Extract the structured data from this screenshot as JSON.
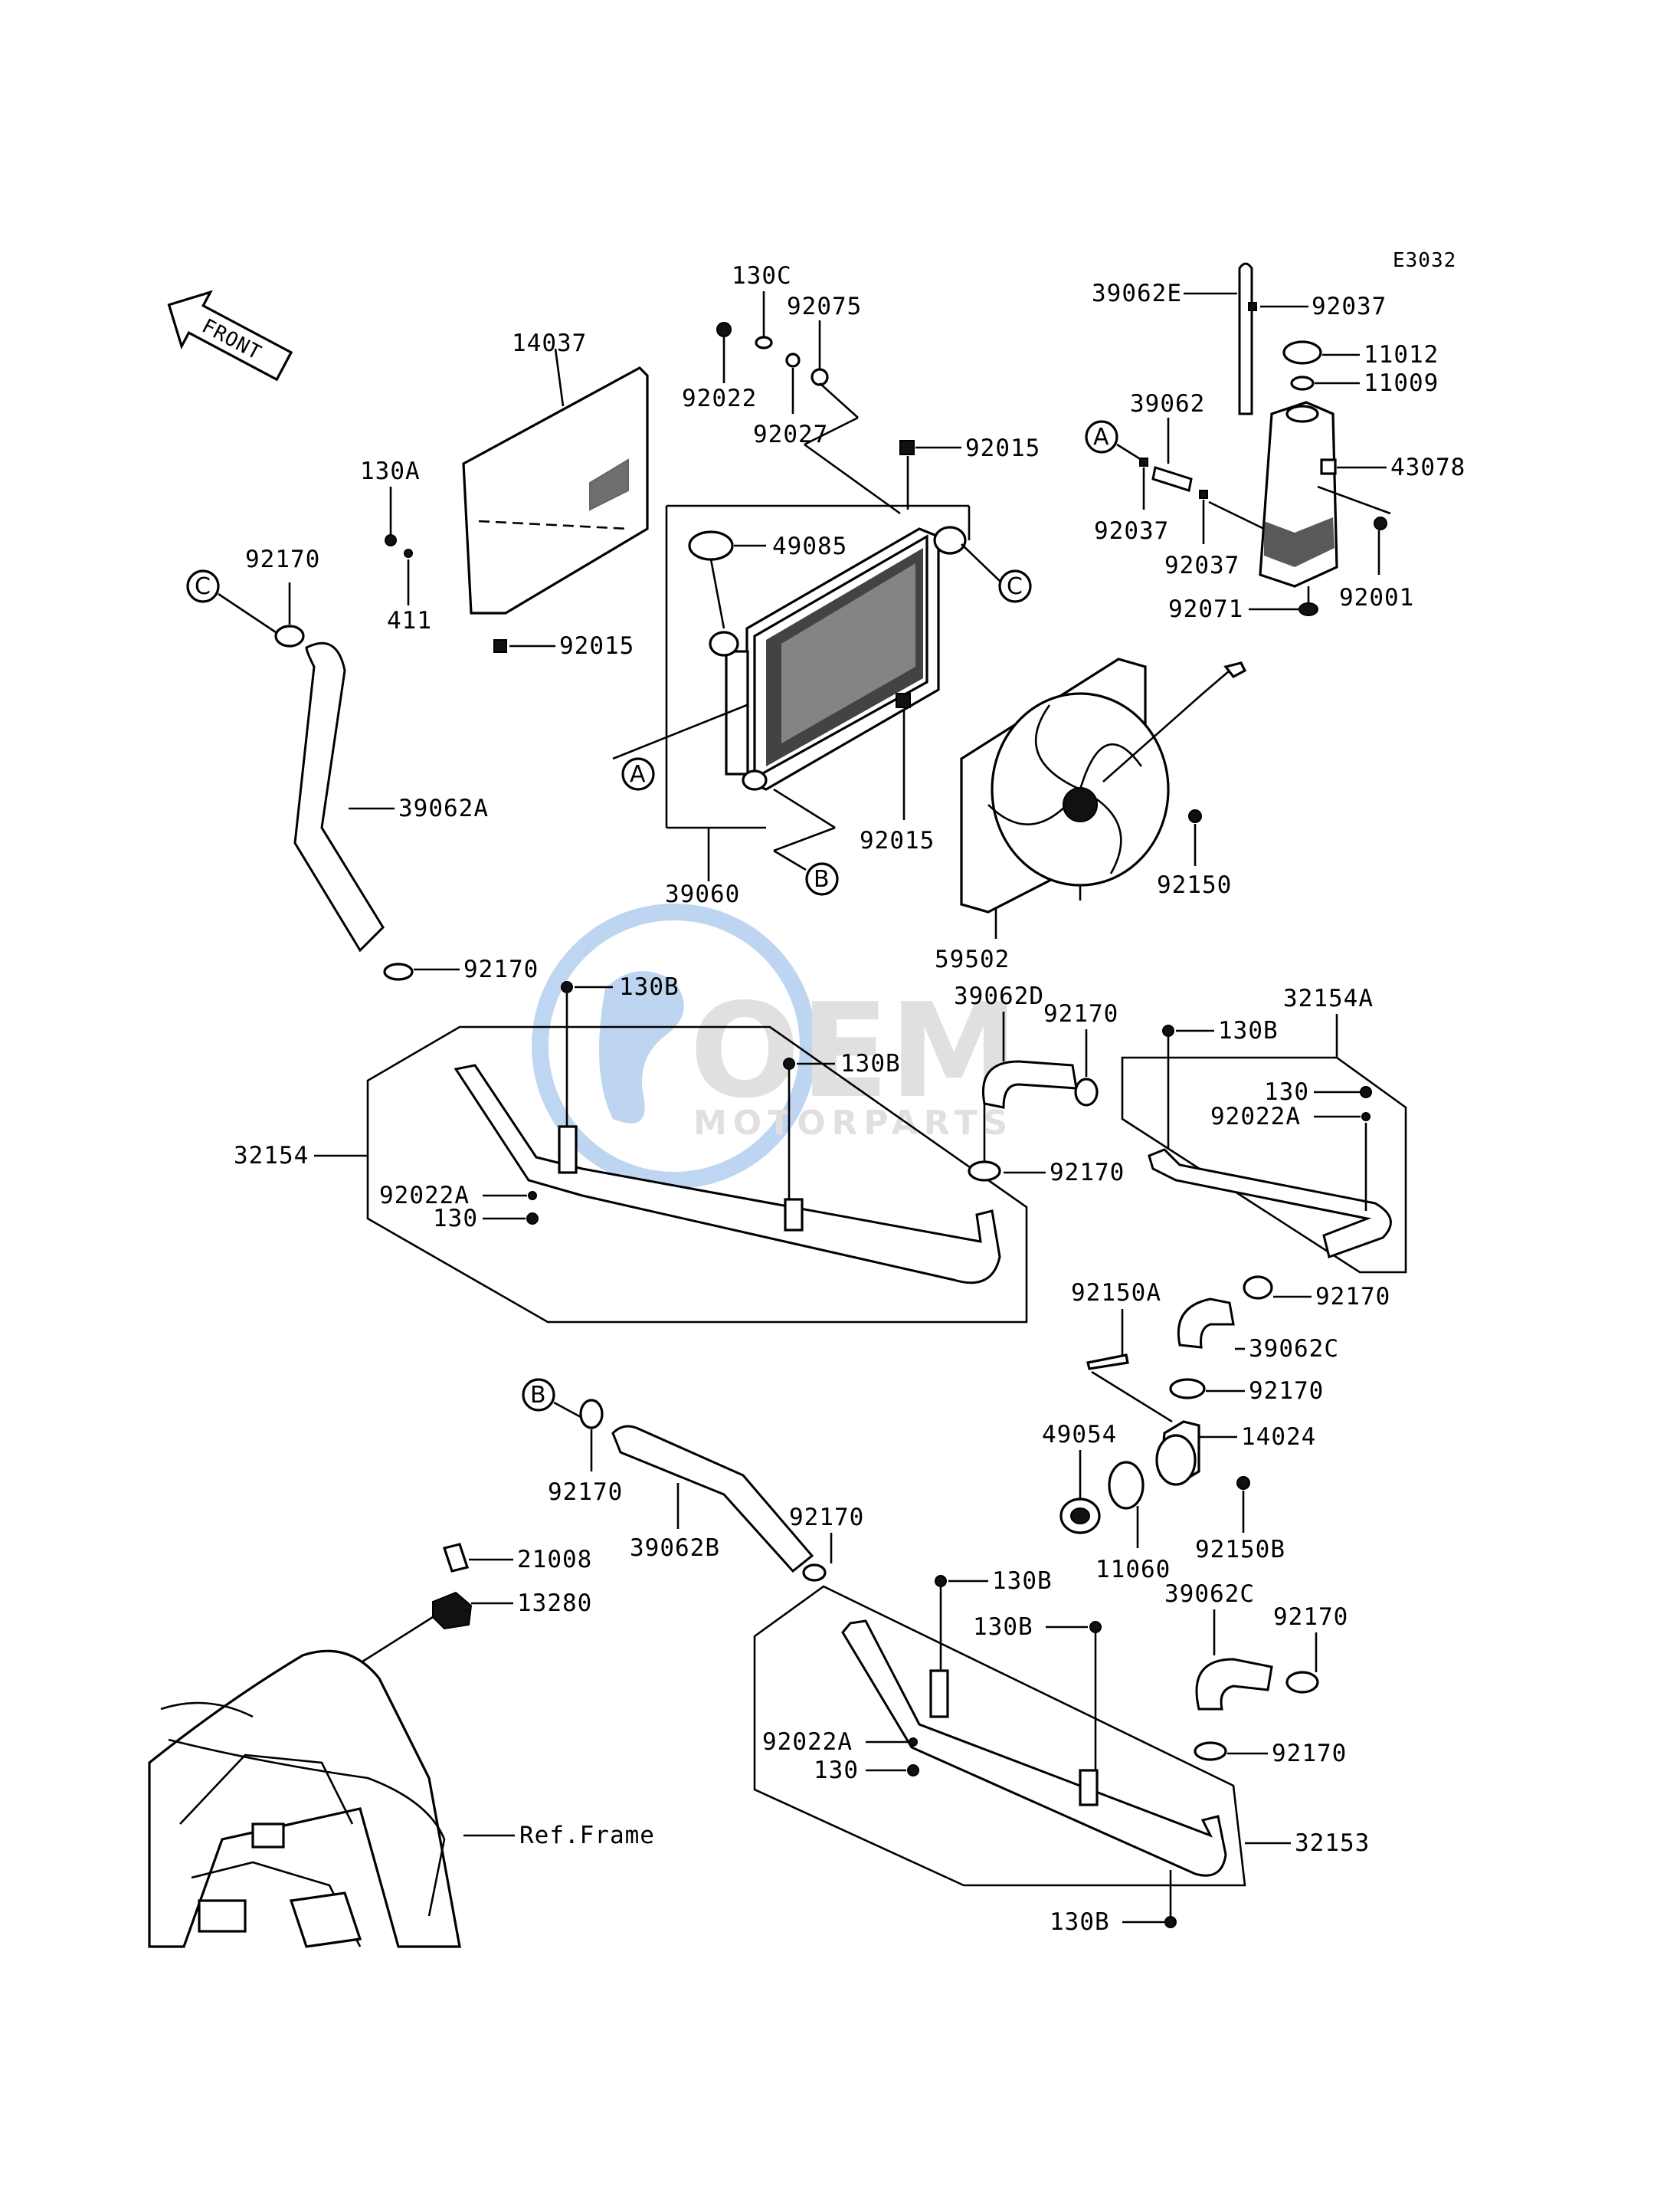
{
  "diagram_code": "E3032",
  "front_label": "FRONT",
  "watermark": {
    "logo_text": "OEM",
    "sub_text": "MOTORPARTS",
    "colors": {
      "blue": "#8ab4e8",
      "gray": "#c8c8c8"
    }
  },
  "callouts": {
    "a": "A",
    "b": "B",
    "c": "C"
  },
  "parts": {
    "p130c": "130C",
    "p92075": "92075",
    "p92022": "92022",
    "p92027": "92027",
    "p14037": "14037",
    "p130a": "130A",
    "p411": "411",
    "p92015_a": "92015",
    "p92015_b": "92015",
    "p92015_c": "92015",
    "p49085": "49085",
    "p39060": "39060",
    "p59502": "59502",
    "p92150": "92150",
    "p39062e": "39062E",
    "p92037_a": "92037",
    "p11012": "11012",
    "p11009": "11009",
    "p39062": "39062",
    "p43078": "43078",
    "p92037_b": "92037",
    "p92037_c": "92037",
    "p92071": "92071",
    "p92001": "92001",
    "p92170_a": "92170",
    "p39062a": "39062A",
    "p92170_b": "92170",
    "p130b_a": "130B",
    "p130b_b": "130B",
    "p32154": "32154",
    "p92022a_a": "92022A",
    "p130_a": "130",
    "p39062d": "39062D",
    "p92170_c": "92170",
    "p92170_d": "92170",
    "p32154a": "32154A",
    "p130b_c": "130B",
    "p130_b": "130",
    "p92022a_b": "92022A",
    "p92170_e": "92170",
    "p92150a": "92150A",
    "p39062c_a": "39062C",
    "p92170_f": "92170",
    "p14024": "14024",
    "p49054": "49054",
    "p11060": "11060",
    "p92150b": "92150B",
    "p92170_g": "92170",
    "p39062b": "39062B",
    "p92170_h": "92170",
    "p21008": "21008",
    "p13280": "13280",
    "p130b_d": "130B",
    "p130b_e": "130B",
    "p39062c_b": "39062C",
    "p92170_i": "92170",
    "p92022a_c": "92022A",
    "p130_c": "130",
    "p92170_j": "92170",
    "p32153": "32153",
    "p130b_f": "130B",
    "ref_frame": "Ref.Frame"
  }
}
